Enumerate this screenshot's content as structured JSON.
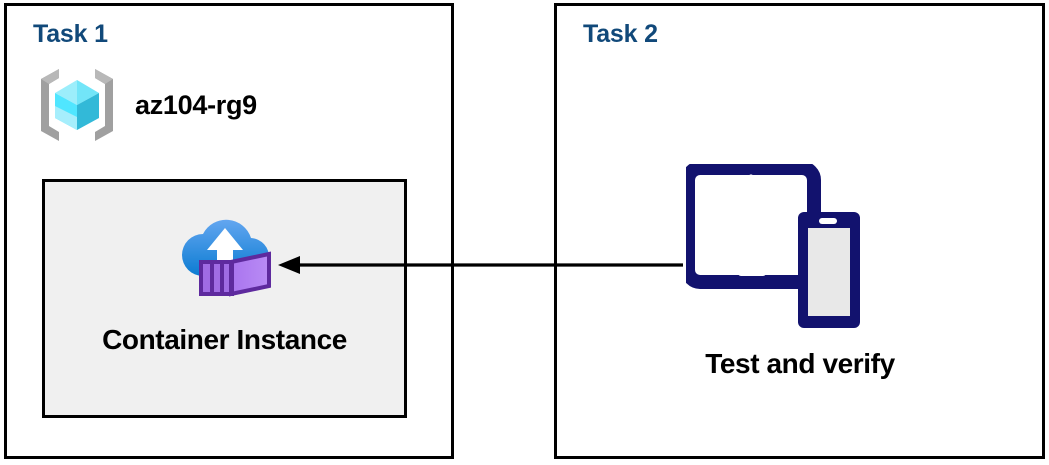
{
  "diagram": {
    "title": "Azure Container Instance deployment and verification",
    "background_color": "#ffffff",
    "border_color": "#000000",
    "heading_color": "#11497a"
  },
  "panels": [
    {
      "id": "task-1",
      "heading": "Task 1",
      "resource_group": {
        "icon": "azure-resource-group-icon",
        "label": "az104-rg9",
        "icon_colors": {
          "bracket": "#a0a0a0",
          "cube_light": "#b4f0fc",
          "cube_mid": "#50e6ff",
          "cube_dark": "#32b5d2"
        }
      },
      "card": {
        "icon": "azure-container-instance-icon",
        "label": "Container Instance",
        "background_color": "#f0f0f0",
        "icon_colors": {
          "cloud_top": "#5ea0ef",
          "cloud_bottom": "#0d7ed4",
          "arrow": "#ffffff",
          "container_light": "#b77af4",
          "container_mid": "#9a66d8",
          "container_dark": "#5e2a9e"
        }
      }
    },
    {
      "id": "task-2",
      "heading": "Task 2",
      "devices": {
        "icon": "tablet-and-phone-icon",
        "label": "Test and verify",
        "icon_color": "#12126e",
        "screen_color": "#e8e8e8"
      }
    }
  ],
  "connector": {
    "name": "arrow-task2-to-task1",
    "direction": "right-to-left",
    "color": "#000000",
    "from": "Test and verify",
    "to": "Container Instance"
  }
}
